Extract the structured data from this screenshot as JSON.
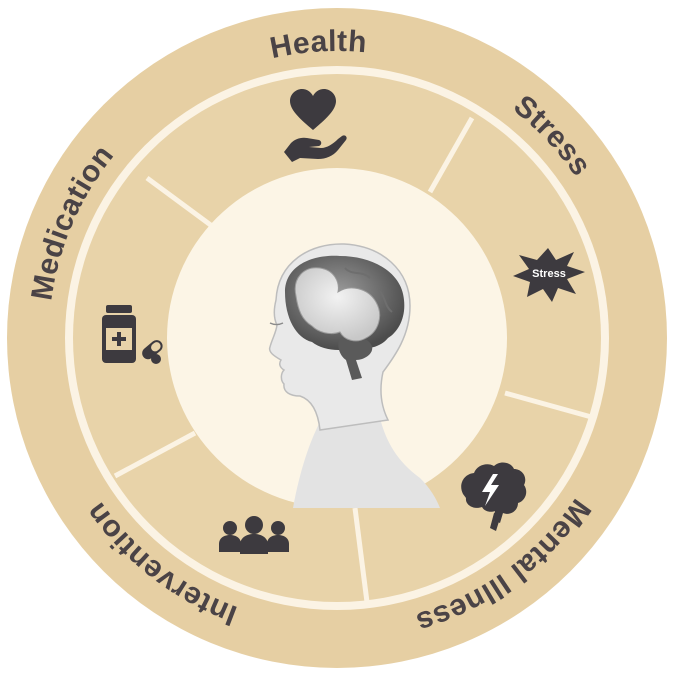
{
  "diagram": {
    "labels": {
      "health": "Health",
      "stress": "Stress",
      "mental_illness": "Mental Illness",
      "intervention": "Intervention",
      "medication": "Medication"
    },
    "icons": {
      "stress_badge_text": "Stress"
    },
    "colors": {
      "outer_ring": "#e6cfa3",
      "divider_ring": "#fbf3e4",
      "segment_fill": "#e8d3a9",
      "center_disc": "#fcf5e6",
      "icon": "#3d3a3f",
      "label": "#4a4346"
    }
  }
}
